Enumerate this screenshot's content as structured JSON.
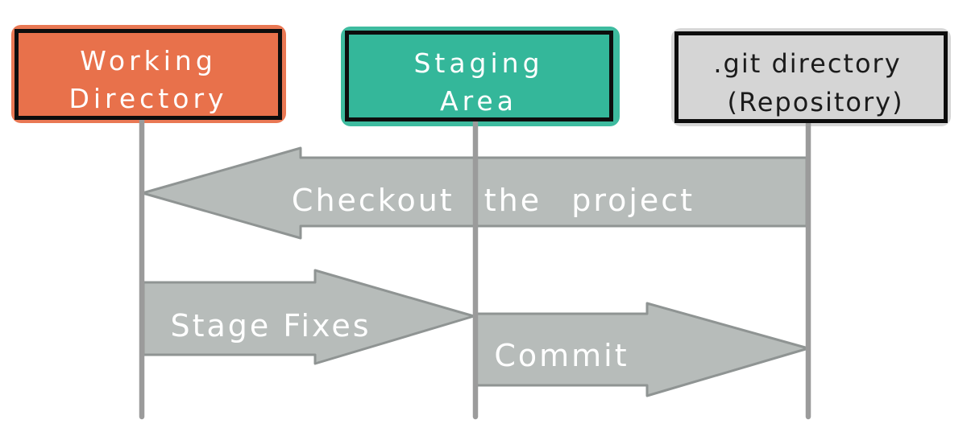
{
  "colors": {
    "background": "#ffffff",
    "box_border": "#0d0d0d",
    "arrow_fill": "#b7bcba",
    "arrow_outline": "#8f9493",
    "lifeline_gray": "#9b9b9b",
    "label_on_arrow": "#ffffff",
    "working_directory_fill": "#e8714b",
    "staging_area_fill": "#34b79a",
    "git_directory_fill": "#d5d5d5"
  },
  "boxes": [
    {
      "id": "working-directory",
      "label_line1": "Working",
      "label_line2": "Directory",
      "fill": "#e8714b",
      "text_color": "#ffffff"
    },
    {
      "id": "staging-area",
      "label_line1": "Staging",
      "label_line2": "Area",
      "fill": "#34b79a",
      "text_color": "#ffffff"
    },
    {
      "id": "git-directory",
      "label_line1": ".git directory",
      "label_line2": "(Repository)",
      "fill": "#d5d5d5",
      "text_color": "#1b1b1b"
    }
  ],
  "arrows": [
    {
      "id": "checkout",
      "label": "Checkout the project",
      "direction": "left",
      "from": "git-directory",
      "to": "working-directory"
    },
    {
      "id": "stage-fixes",
      "label": "Stage Fixes",
      "direction": "right",
      "from": "working-directory",
      "to": "staging-area"
    },
    {
      "id": "commit",
      "label": "Commit",
      "direction": "right",
      "from": "staging-area",
      "to": "git-directory"
    }
  ]
}
